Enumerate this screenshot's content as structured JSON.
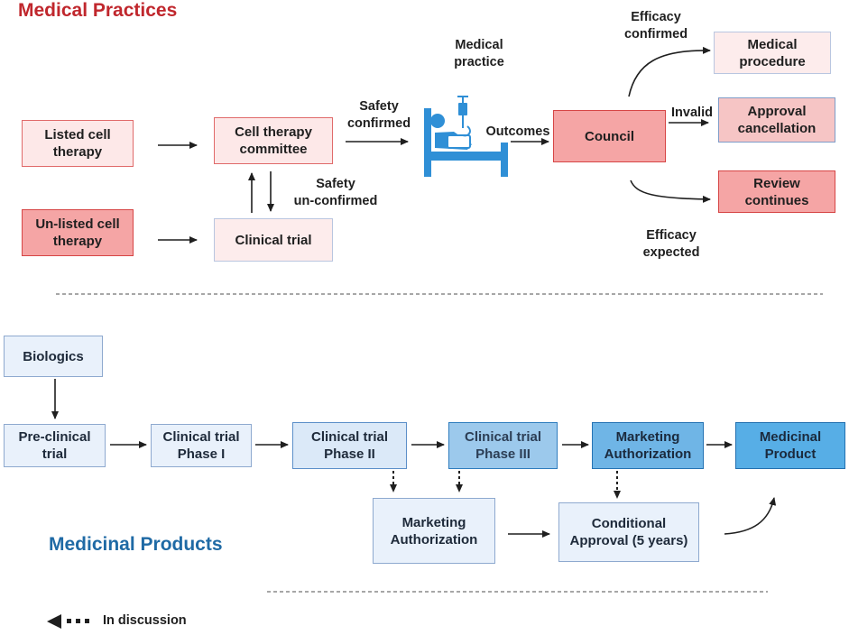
{
  "medical_practices": {
    "title": "Medical Practices",
    "boxes": {
      "listed": "Listed cell\ntherapy",
      "unlisted": "Un-listed cell\ntherapy",
      "committee": "Cell therapy\ncommittee",
      "clinical_trial": "Clinical trial",
      "council": "Council",
      "medical_procedure": "Medical\nprocedure",
      "approval_cancellation": "Approval\ncancellation",
      "review_continues": "Review continues"
    },
    "labels": {
      "safety_confirmed": "Safety\nconfirmed",
      "safety_unconfirmed": "Safety\nun-confirmed",
      "medical_practice": "Medical\npractice",
      "outcomes": "Outcomes",
      "efficacy_confirmed": "Efficacy\nconfirmed",
      "invalid": "Invalid",
      "efficacy_expected": "Efficacy\nexpected"
    },
    "icon": "hospital-bed-icon"
  },
  "medicinal_products": {
    "title": "Medicinal Products",
    "boxes": {
      "biologics": "Biologics",
      "preclinical": "Pre-clinical\ntrial",
      "phase1": "Clinical trial\nPhase I",
      "phase2": "Clinical trial\nPhase II",
      "phase3": "Clinical trial\nPhase III",
      "marketing_auth_top": "Marketing\nAuthorization",
      "medicinal_product": "Medicinal\nProduct",
      "marketing_auth_bottom": "Marketing\nAuthorization",
      "conditional_approval": "Conditional\nApproval (5 years)"
    }
  },
  "legend": {
    "in_discussion": "In discussion"
  },
  "colors": {
    "title_red": "#c0272d",
    "title_blue": "#1f6aa5",
    "icon_blue": "#2f8fd6"
  }
}
